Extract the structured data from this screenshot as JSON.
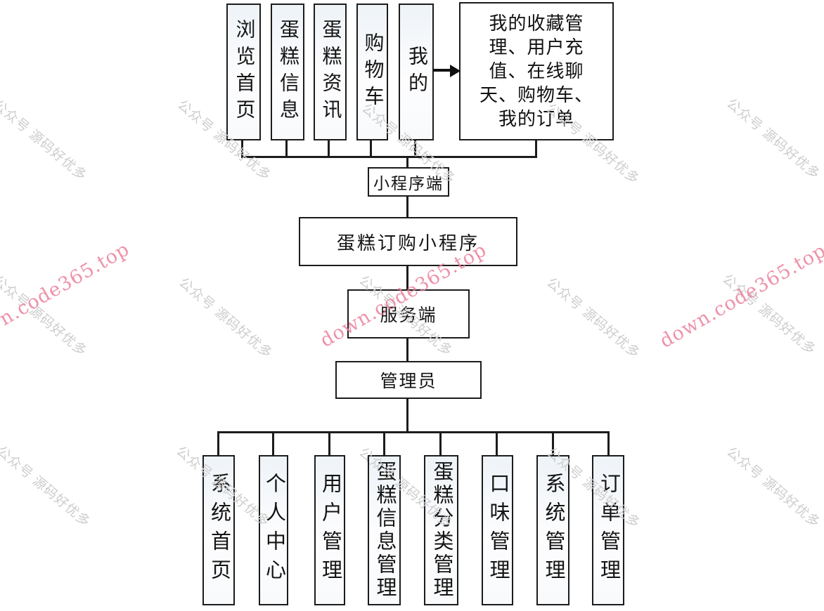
{
  "diagram": {
    "title": "蛋糕订购小程序",
    "client_nodes": [
      "浏览首页",
      "蛋糕信息",
      "蛋糕资讯",
      "购物车",
      "我的"
    ],
    "my_features_full": "我的收藏管理、用户充值、在线聊天、购物车、我的订单",
    "my_features_lines": [
      "我的收藏管",
      "理、用户充",
      "值、在线聊",
      "天、购物车、",
      "我的订单"
    ],
    "mini_program_label": "小程序端",
    "server_label": "服务端",
    "admin_label": "管理员",
    "admin_nodes": [
      "系统首页",
      "个人中心",
      "用户管理",
      "蛋糕信息管理",
      "蛋糕分类管理",
      "口味管理",
      "系统管理",
      "订单管理"
    ]
  },
  "watermarks": {
    "gray_text": "公众号 源码好优多",
    "pink_text": "down.code365.top",
    "gray_color": "#cdcdcd",
    "pink_color": "#ec7f9b"
  },
  "colors": {
    "line": "#1c1c1c",
    "box_background": "#ffffff",
    "text": "#141414"
  }
}
